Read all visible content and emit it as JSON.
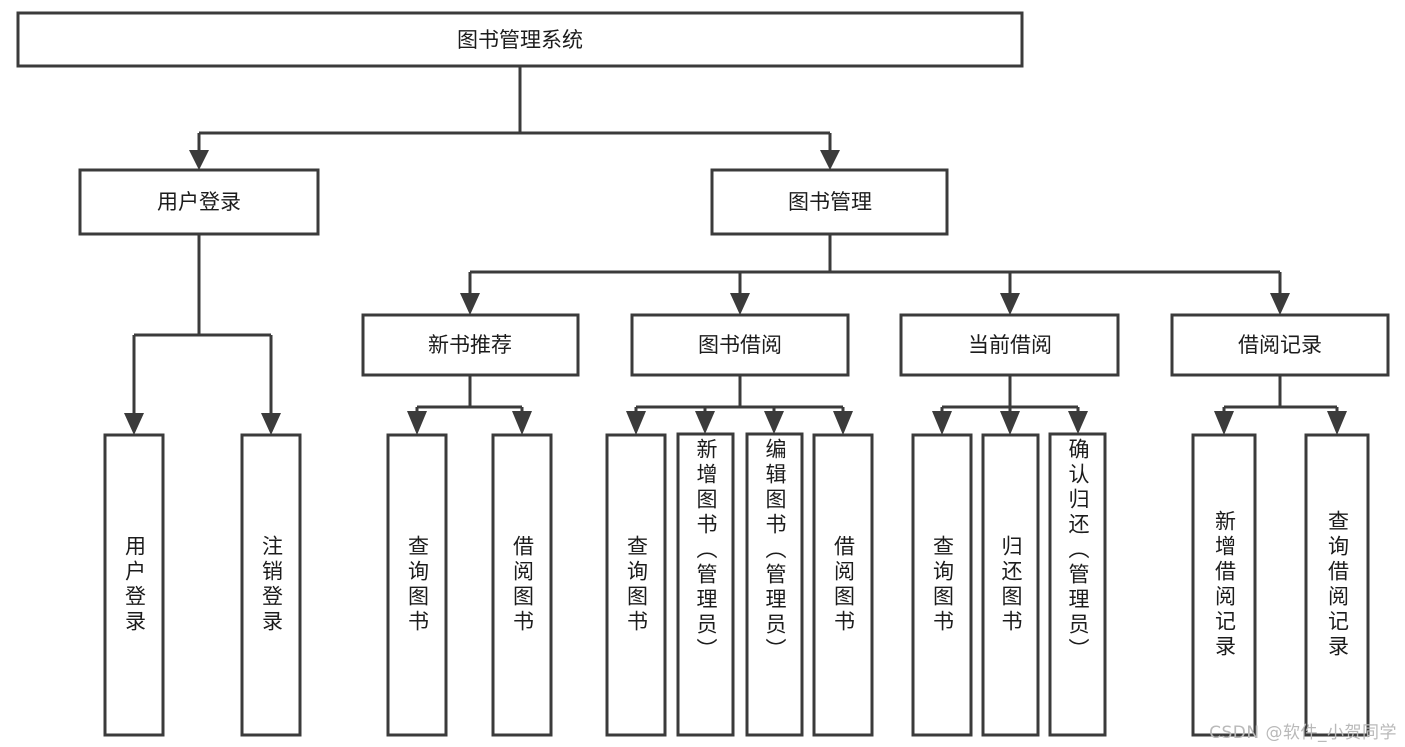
{
  "diagram": {
    "type": "tree",
    "title": "图书管理系统",
    "root": {
      "id": "root",
      "label": "图书管理系统",
      "orientation": "horizontal"
    },
    "level1": [
      {
        "id": "user-login",
        "label": "用户登录",
        "orientation": "horizontal"
      },
      {
        "id": "book-management",
        "label": "图书管理",
        "orientation": "horizontal"
      }
    ],
    "level2": [
      {
        "id": "new-book-recommend",
        "label": "新书推荐",
        "orientation": "horizontal",
        "parent": "book-management"
      },
      {
        "id": "book-borrow",
        "label": "图书借阅",
        "orientation": "horizontal",
        "parent": "book-management"
      },
      {
        "id": "current-borrow",
        "label": "当前借阅",
        "orientation": "horizontal",
        "parent": "book-management"
      },
      {
        "id": "borrow-record",
        "label": "借阅记录",
        "orientation": "horizontal",
        "parent": "book-management"
      }
    ],
    "leaves": [
      {
        "id": "leaf-user-login",
        "label": "用户登录",
        "orientation": "vertical",
        "parent": "user-login"
      },
      {
        "id": "leaf-logout-login",
        "label": "注销登录",
        "orientation": "vertical",
        "parent": "user-login"
      },
      {
        "id": "leaf-query-book-1",
        "label": "查询图书",
        "orientation": "vertical",
        "parent": "new-book-recommend"
      },
      {
        "id": "leaf-borrow-book-1",
        "label": "借阅图书",
        "orientation": "vertical",
        "parent": "new-book-recommend"
      },
      {
        "id": "leaf-query-book-2",
        "label": "查询图书",
        "orientation": "vertical",
        "parent": "book-borrow"
      },
      {
        "id": "leaf-add-book-admin",
        "label": "新增图书（管理员）",
        "orientation": "vertical",
        "parent": "book-borrow"
      },
      {
        "id": "leaf-edit-book-admin",
        "label": "编辑图书（管理员）",
        "orientation": "vertical",
        "parent": "book-borrow"
      },
      {
        "id": "leaf-borrow-book-2",
        "label": "借阅图书",
        "orientation": "vertical",
        "parent": "book-borrow"
      },
      {
        "id": "leaf-query-book-3",
        "label": "查询图书",
        "orientation": "vertical",
        "parent": "current-borrow"
      },
      {
        "id": "leaf-return-book",
        "label": "归还图书",
        "orientation": "vertical",
        "parent": "current-borrow"
      },
      {
        "id": "leaf-confirm-return-admin",
        "label": "确认归还（管理员）",
        "orientation": "vertical",
        "parent": "current-borrow"
      },
      {
        "id": "leaf-add-borrow-record",
        "label": "新增借阅记录",
        "orientation": "vertical",
        "parent": "borrow-record"
      },
      {
        "id": "leaf-query-borrow-record",
        "label": "查询借阅记录",
        "orientation": "vertical",
        "parent": "borrow-record"
      }
    ]
  },
  "watermark": {
    "text": "CSDN @软件_小贺同学"
  },
  "colors": {
    "stroke": "#3b3b3b",
    "box_fill": "#ffffff",
    "text": "#1c1c1c",
    "background": "#ffffff",
    "watermark": "#b9b9b9"
  }
}
